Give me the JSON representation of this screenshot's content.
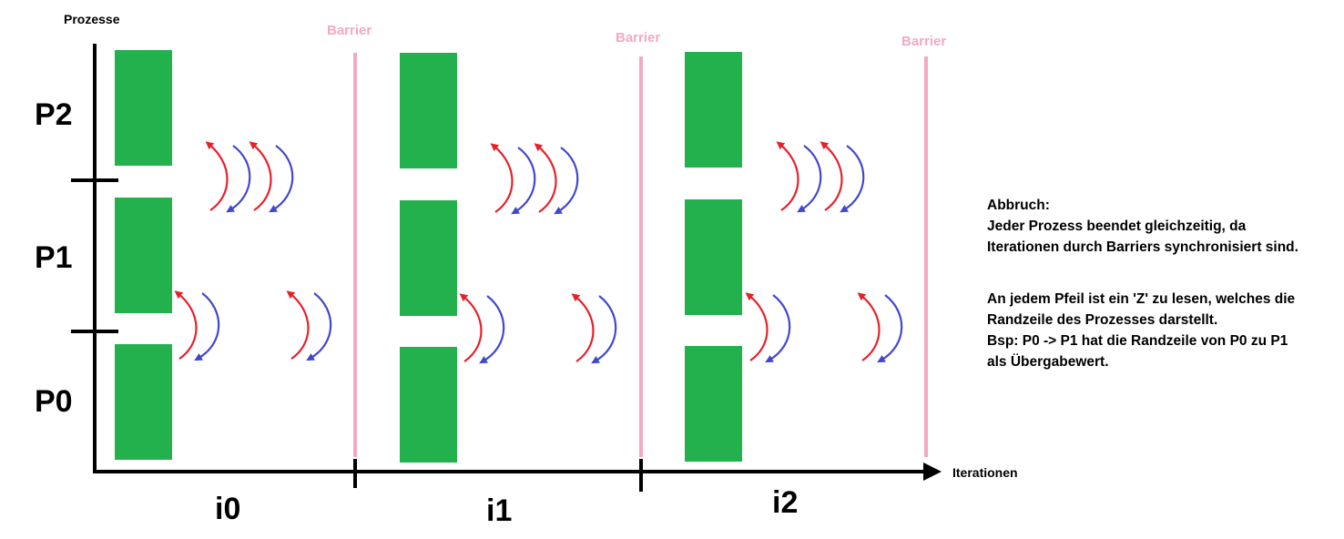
{
  "axis": {
    "y_label": "Prozesse",
    "x_label": "Iterationen",
    "processes": [
      "P2",
      "P1",
      "P0"
    ],
    "iterations": [
      "i0",
      "i1",
      "i2"
    ],
    "barrier_label": "Barrier"
  },
  "notes": {
    "title": "Abbruch:",
    "line1": "Jeder Prozess beendet gleichzeitig, da",
    "line2": "Iterationen durch Barriers synchronisiert sind.",
    "line3": "An jedem Pfeil ist ein 'Z' zu lesen, welches die",
    "line4": "Randzeile des Prozesses darstellt.",
    "line5": "Bsp: P0 -> P1 hat die Randzeile von P0 zu P1",
    "line6": "als Übergabewert."
  },
  "colors": {
    "block": "#22b14c",
    "barrier": "#f5a9c1",
    "arrow_red": "#e8202a",
    "arrow_blue": "#3f48cc",
    "axis": "#000000"
  }
}
